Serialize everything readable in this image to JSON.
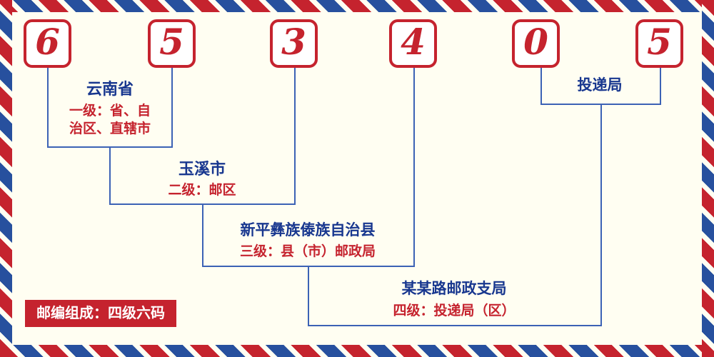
{
  "postal_code": {
    "digits": [
      "6",
      "5",
      "3",
      "4",
      "0",
      "5"
    ]
  },
  "levels": {
    "level1": {
      "place": "云南省",
      "desc": "一级：省、自治区、直辖市"
    },
    "level2": {
      "place": "玉溪市",
      "desc": "二级：邮区"
    },
    "level3": {
      "place": "新平彝族傣族自治县",
      "desc": "三级：县（市）邮政局"
    },
    "level4": {
      "place": "某某路邮政支局",
      "desc": "四级：投递局（区）"
    },
    "delivery": {
      "place": "投递局"
    }
  },
  "footer": {
    "badge": "邮编组成：四级六码"
  },
  "colors": {
    "red": "#c5232e",
    "text_blue": "#18378f",
    "line_blue": "#3c62b5",
    "background": "#fffef2"
  }
}
